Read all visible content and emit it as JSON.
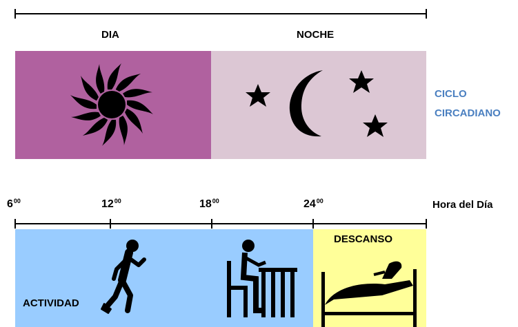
{
  "top_section": {
    "day_label": "DIA",
    "night_label": "NOCHE",
    "side_label_line1": "CICLO",
    "side_label_line2": "CIRCADIANO"
  },
  "time_axis": {
    "label": "Hora del Día",
    "ticks": [
      {
        "hour": "6",
        "minutes": "00"
      },
      {
        "hour": "12",
        "minutes": "00"
      },
      {
        "hour": "18",
        "minutes": "00"
      },
      {
        "hour": "24",
        "minutes": "00"
      }
    ]
  },
  "bottom_section": {
    "activity_label": "ACTIVIDAD",
    "rest_label": "DESCANSO"
  },
  "colors": {
    "day": "#b0619f",
    "night": "#dcc7d4",
    "activity": "#99ccff",
    "rest": "#ffff99",
    "side_label": "#4a7fc0"
  },
  "icons": [
    "sun-icon",
    "moon-icon",
    "star-icon",
    "runner-icon",
    "desk-worker-icon",
    "bed-icon"
  ]
}
